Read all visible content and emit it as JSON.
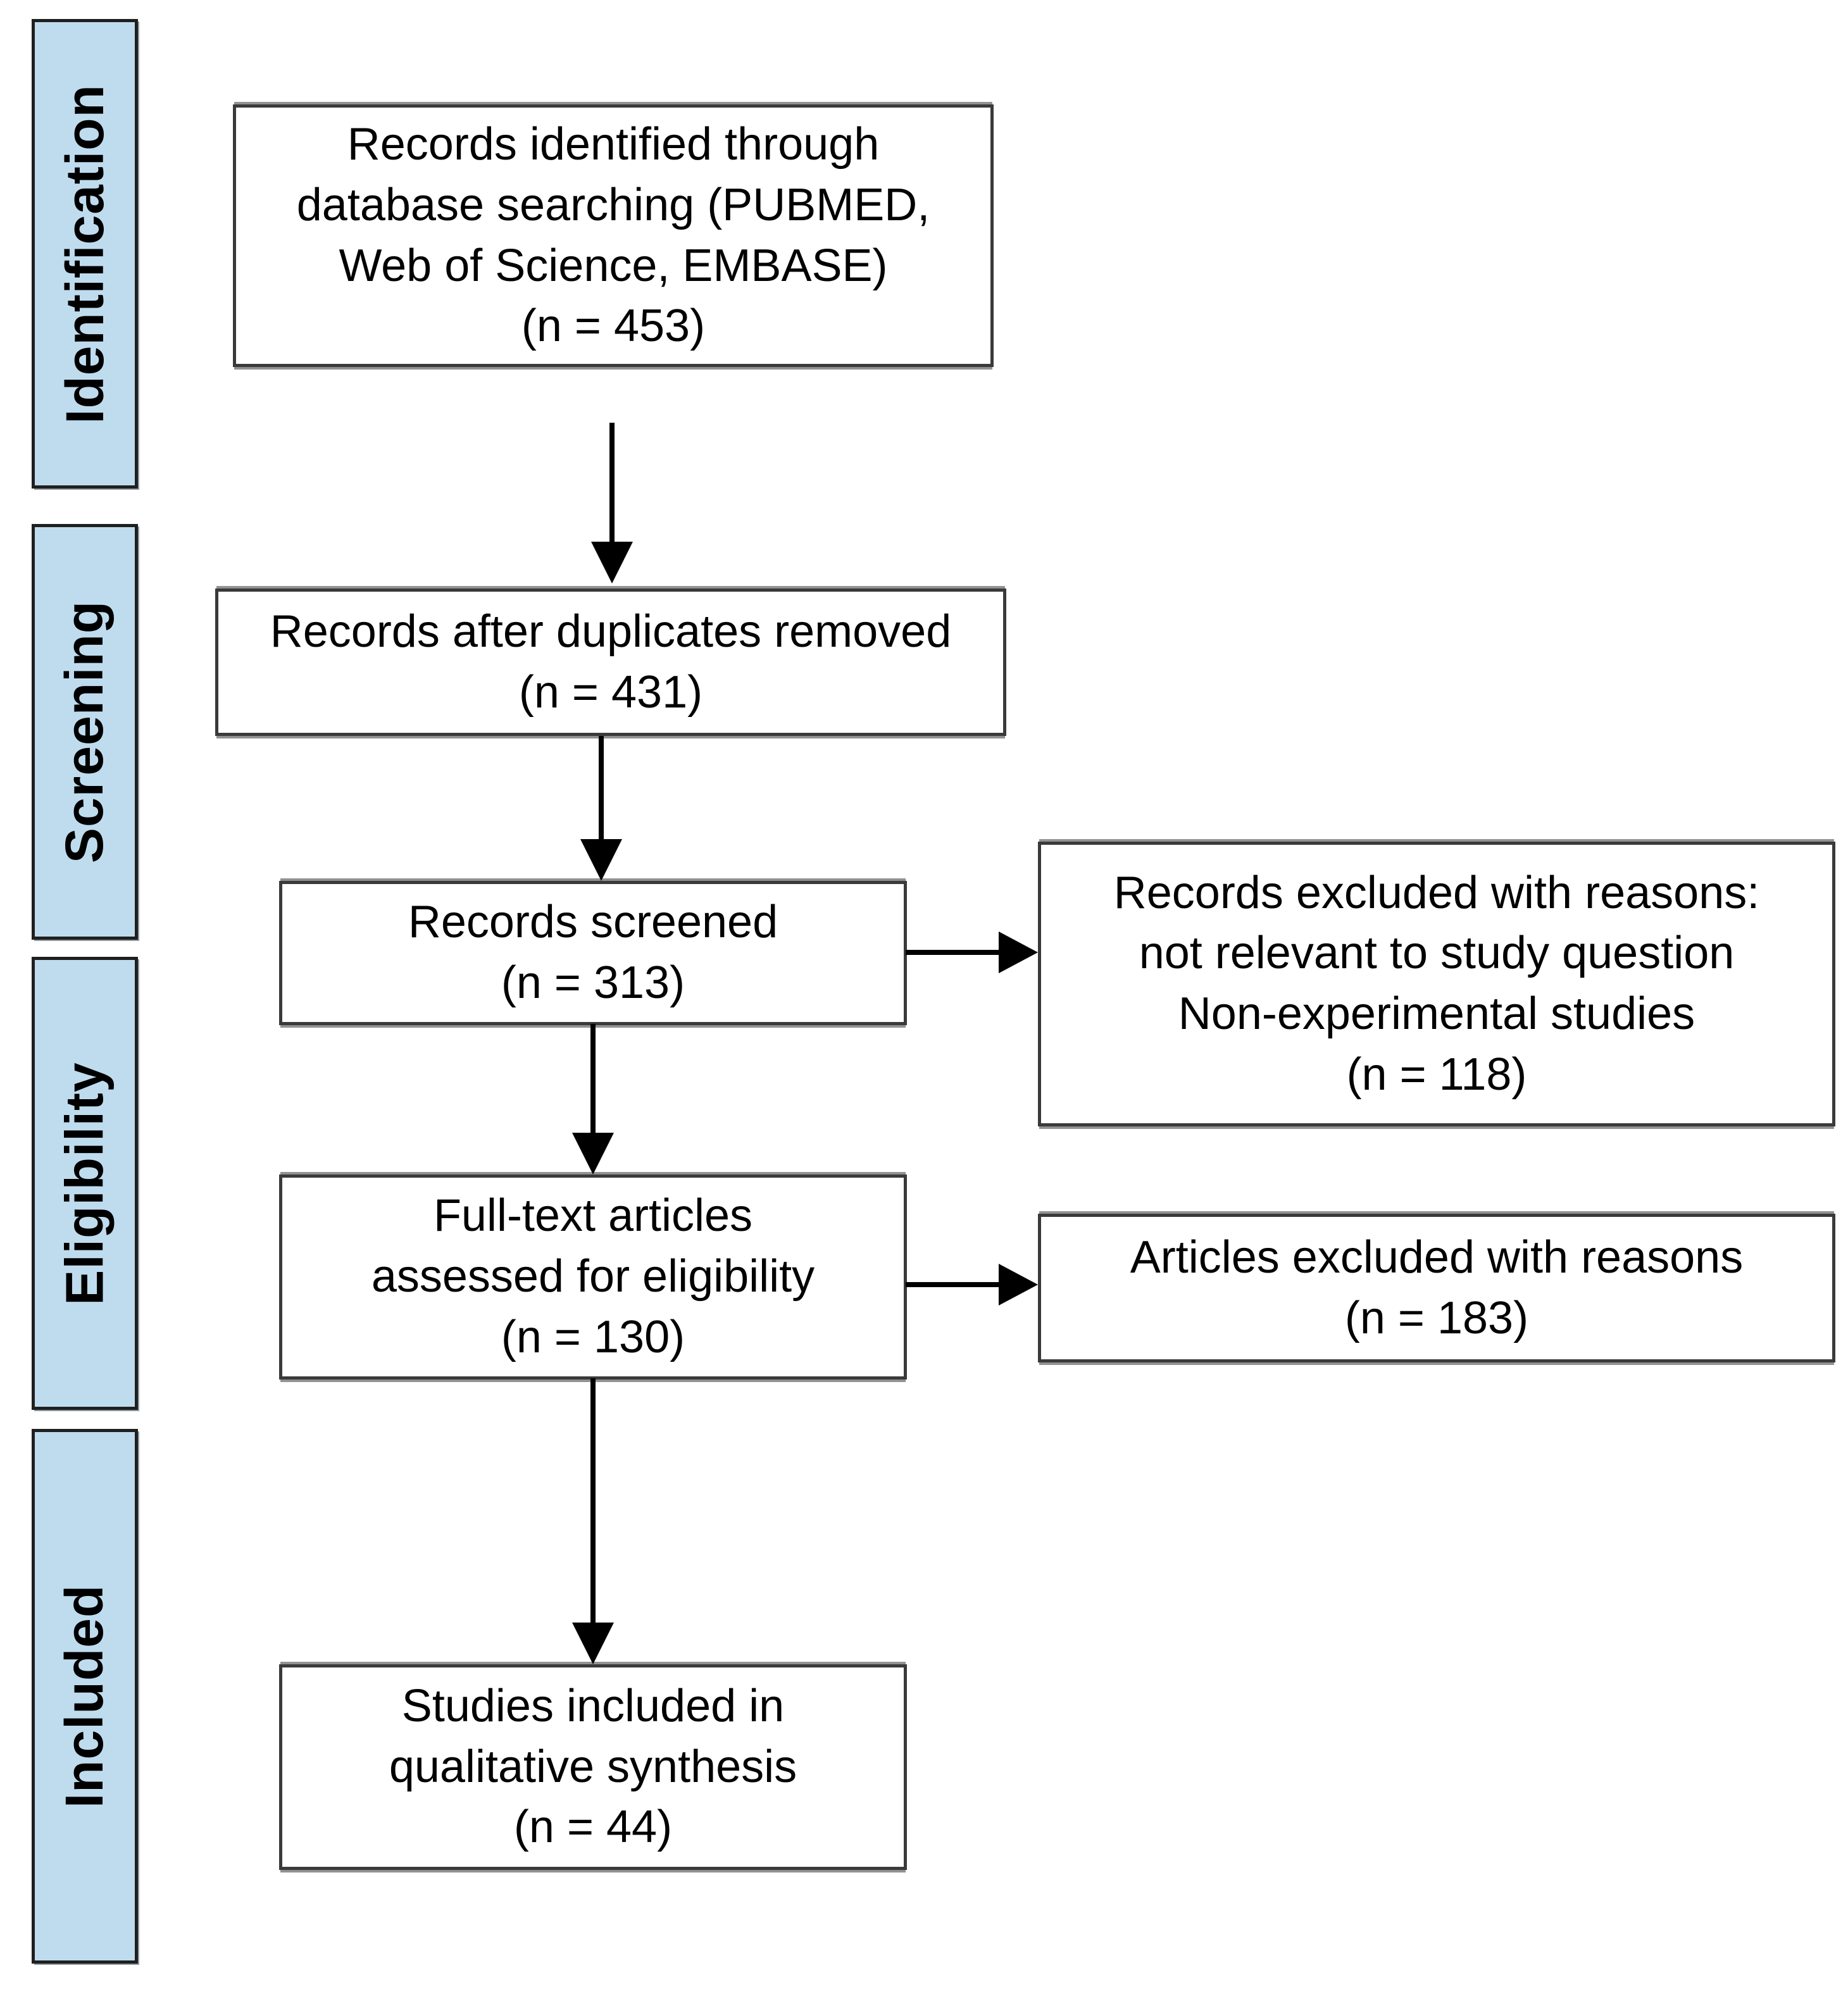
{
  "figure": {
    "type": "prisma-flow-diagram",
    "background": "#FFFFFF"
  },
  "colors": {
    "stage_fill": "#BFDCEF",
    "stage_border": "#1F1F1F",
    "box_fill": "#FFFFFF",
    "box_border": "#3A3A3A",
    "arrow": "#000000",
    "text": "#000000"
  },
  "stages": [
    {
      "label": "Identification"
    },
    {
      "label": "Screening"
    },
    {
      "label": "Eligibility"
    },
    {
      "label": "Included"
    }
  ],
  "boxes": {
    "identified": {
      "text": "Records identified through\ndatabase searching (PUBMED,\nWeb of Science, EMBASE)\n(n = 453)",
      "n": 453
    },
    "deduplicated": {
      "text": "Records after duplicates removed\n(n = 431)",
      "n": 431
    },
    "screened": {
      "text": "Records screened\n(n = 313)",
      "n": 313
    },
    "fulltext": {
      "text": "Full-text articles\nassessed for eligibility\n(n = 130)",
      "n": 130
    },
    "included": {
      "text": "Studies included in\nqualitative synthesis\n(n = 44)",
      "n": 44
    },
    "records_excluded": {
      "text": "Records excluded with reasons:\nnot relevant to study question\nNon-experimental studies\n(n = 118)",
      "n": 118
    },
    "articles_excluded": {
      "text": "Articles excluded with reasons\n(n = 183)",
      "n": 183
    }
  }
}
